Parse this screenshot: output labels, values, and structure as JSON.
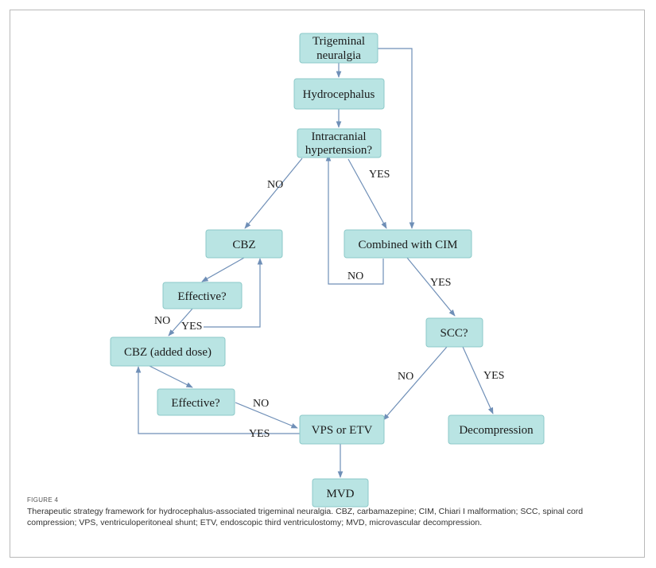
{
  "nodes": {
    "trigeminal": [
      "Trigeminal",
      "neuralgia"
    ],
    "hydrocephalus": [
      "Hydrocephalus"
    ],
    "ich": [
      "Intracranial",
      "hypertension?"
    ],
    "cbz": [
      "CBZ"
    ],
    "cim": [
      "Combined with CIM"
    ],
    "effective1": [
      "Effective?"
    ],
    "cbz_added": [
      "CBZ (added dose)"
    ],
    "scc": [
      "SCC?"
    ],
    "effective2": [
      "Effective?"
    ],
    "vps_etv": [
      "VPS or ETV"
    ],
    "decompression": [
      "Decompression"
    ],
    "mvd": [
      "MVD"
    ]
  },
  "edge_labels": {
    "ich_no": "NO",
    "ich_yes": "YES",
    "cim_no": "NO",
    "cim_yes": "YES",
    "eff1_no": "NO",
    "eff1_yes": "YES",
    "scc_no": "NO",
    "scc_yes": "YES",
    "eff2_no": "NO",
    "eff2_yes": "YES"
  },
  "figure_label": "FIGURE 4",
  "caption": "Therapeutic strategy framework for hydrocephalus-associated trigeminal neuralgia. CBZ, carbamazepine; CIM, Chiari I malformation; SCC, spinal cord compression; VPS, ventriculoperitoneal shunt; ETV, endoscopic third ventriculostomy; MVD, microvascular decompression.",
  "colors": {
    "node_fill": "#b9e4e3",
    "node_border": "#8cc9c8",
    "edge": "#6f8fb7"
  }
}
